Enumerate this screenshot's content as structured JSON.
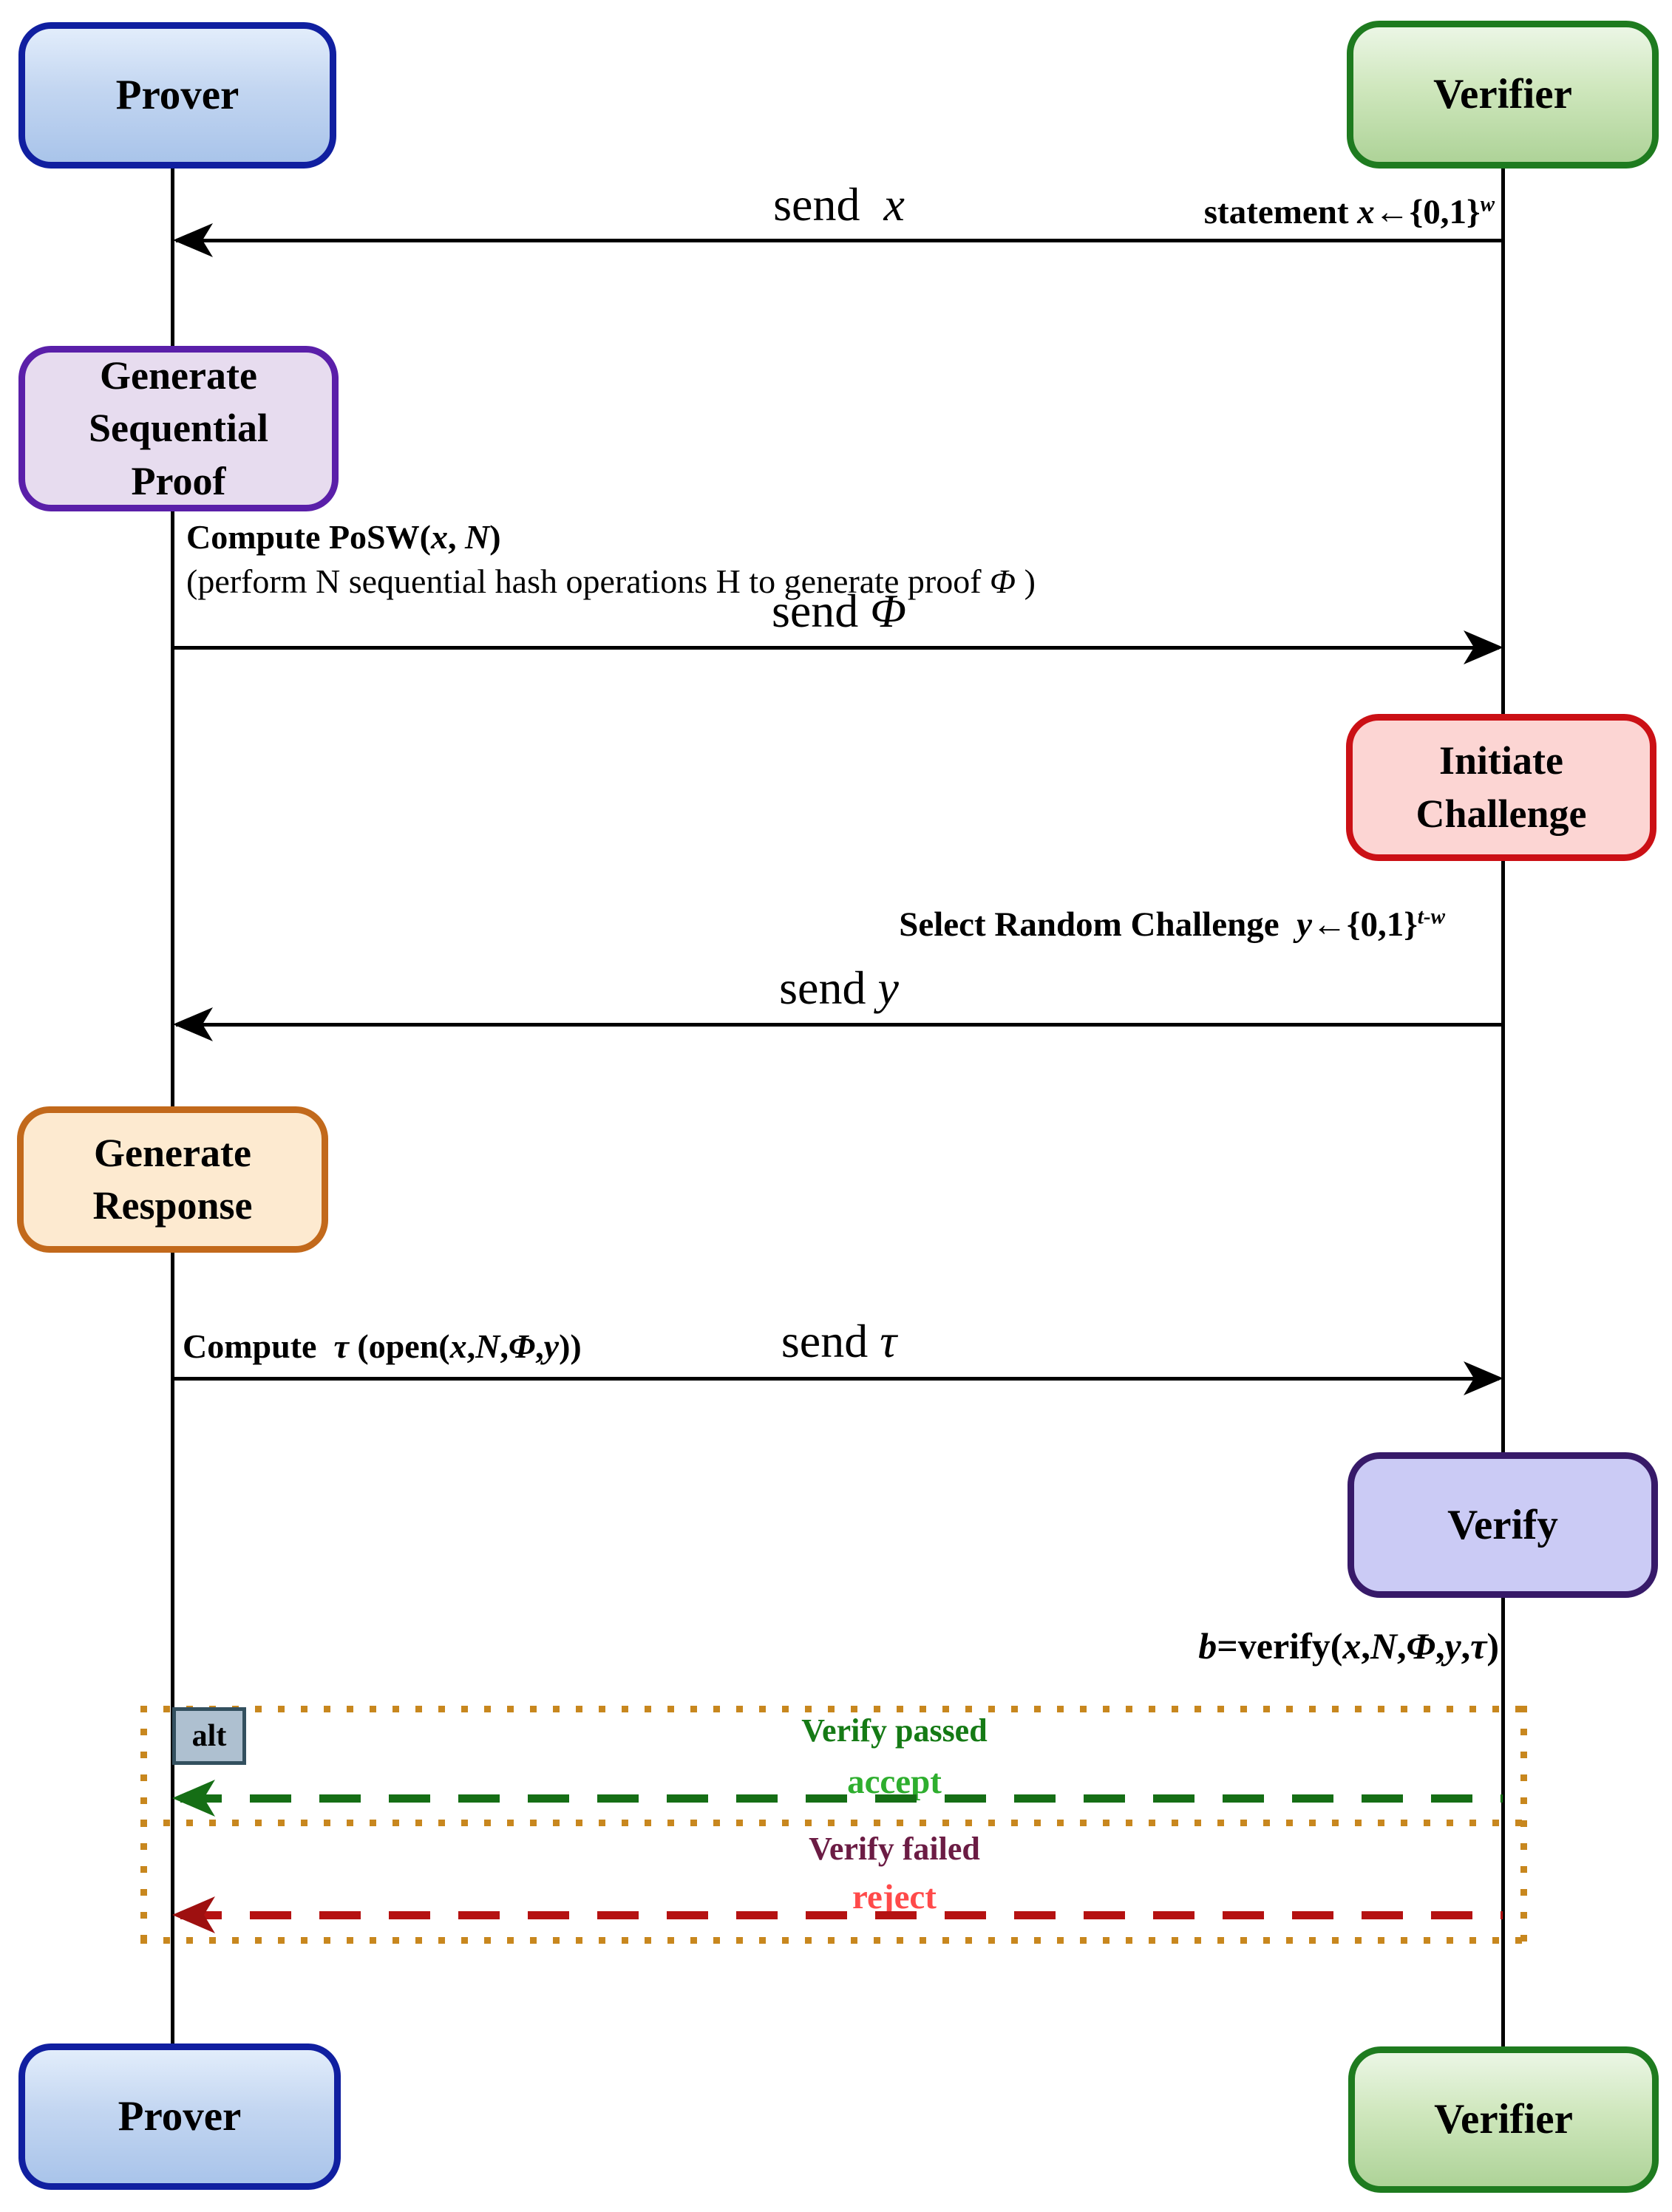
{
  "participants": {
    "prover_top": "Prover",
    "verifier_top": "Verifier",
    "prover_bottom": "Prover",
    "verifier_bottom": "Verifier"
  },
  "activities": {
    "generate_sequential_proof": "Generate Sequential Proof",
    "initiate_challenge": "Initiate Challenge",
    "generate_response": "Generate Response",
    "verify": "Verify"
  },
  "messages": {
    "statement_note": {
      "segments": [
        {
          "t": "statement "
        },
        {
          "t": "x",
          "s": "i"
        },
        {
          "t": "←{0,1}"
        },
        {
          "t": "w",
          "s": "supi"
        }
      ]
    },
    "send_x": {
      "direction": "verifier-to-prover",
      "segments": [
        {
          "t": "send  "
        },
        {
          "t": "x",
          "s": "i"
        }
      ]
    },
    "compute_posw": {
      "segments": [
        {
          "t": "Compute PoSW("
        },
        {
          "t": "x",
          "s": "i"
        },
        {
          "t": ", "
        },
        {
          "t": "N",
          "s": "i"
        },
        {
          "t": ")"
        }
      ]
    },
    "posw_detail": {
      "segments": [
        {
          "t": "(perform N sequential hash operations H to generate proof "
        },
        {
          "t": "Φ",
          "s": "i"
        },
        {
          "t": " )"
        }
      ]
    },
    "send_phi": {
      "direction": "prover-to-verifier",
      "segments": [
        {
          "t": "send "
        },
        {
          "t": "Φ",
          "s": "i"
        }
      ]
    },
    "select_challenge": {
      "segments": [
        {
          "t": "Select Random Challenge  "
        },
        {
          "t": "y",
          "s": "i"
        },
        {
          "t": "←{0,1}"
        },
        {
          "t": "t-w",
          "s": "supi"
        }
      ]
    },
    "send_y": {
      "direction": "verifier-to-prover",
      "segments": [
        {
          "t": "send "
        },
        {
          "t": "y",
          "s": "i"
        }
      ]
    },
    "compute_tau": {
      "segments": [
        {
          "t": "Compute  "
        },
        {
          "t": "τ",
          "s": "i"
        },
        {
          "t": " (open("
        },
        {
          "t": "x",
          "s": "i"
        },
        {
          "t": ","
        },
        {
          "t": "N",
          "s": "i"
        },
        {
          "t": ","
        },
        {
          "t": "Φ",
          "s": "i"
        },
        {
          "t": ","
        },
        {
          "t": "y",
          "s": "i"
        },
        {
          "t": "))"
        }
      ]
    },
    "send_tau": {
      "direction": "prover-to-verifier",
      "segments": [
        {
          "t": "send "
        },
        {
          "t": "τ",
          "s": "i"
        }
      ]
    },
    "b_verify": {
      "segments": [
        {
          "t": "b",
          "s": "i"
        },
        {
          "t": "=verify("
        },
        {
          "t": "x",
          "s": "i"
        },
        {
          "t": ","
        },
        {
          "t": "N",
          "s": "i"
        },
        {
          "t": ","
        },
        {
          "t": "Φ",
          "s": "i"
        },
        {
          "t": ","
        },
        {
          "t": "y",
          "s": "i"
        },
        {
          "t": ","
        },
        {
          "t": "τ",
          "s": "i"
        },
        {
          "t": ")"
        }
      ]
    }
  },
  "alt_block": {
    "operator": "alt",
    "sections": [
      {
        "guard": "Verify passed",
        "reply": "accept",
        "direction": "verifier-to-prover"
      },
      {
        "guard": "Verify failed",
        "reply": "reject",
        "direction": "verifier-to-prover"
      }
    ]
  },
  "colors": {
    "prover_fill": "#b9cfef",
    "prover_border": "#101fa0",
    "verifier_fill": "#bfdca8",
    "verifier_border": "#1e7b1f",
    "seq_proof_fill": "#e7dcef",
    "seq_proof_border": "#5a1fa9",
    "challenge_fill": "#fcd5d3",
    "challenge_border": "#cb1015",
    "response_fill": "#fdead0",
    "response_border": "#c2691b",
    "verify_fill": "#cbcbf5",
    "verify_border": "#371a69",
    "alt_frame": "#c8871e",
    "alt_label_fill": "#aec0d0",
    "alt_label_border": "#33505f",
    "passed_text": "#157a15",
    "accept_text": "#2eae2e",
    "accept_arrow": "#156e15",
    "failed_text": "#6b1c44",
    "reject_text": "#ff4a4a",
    "reject_arrow": "#b51212",
    "message_line": "#000000"
  }
}
